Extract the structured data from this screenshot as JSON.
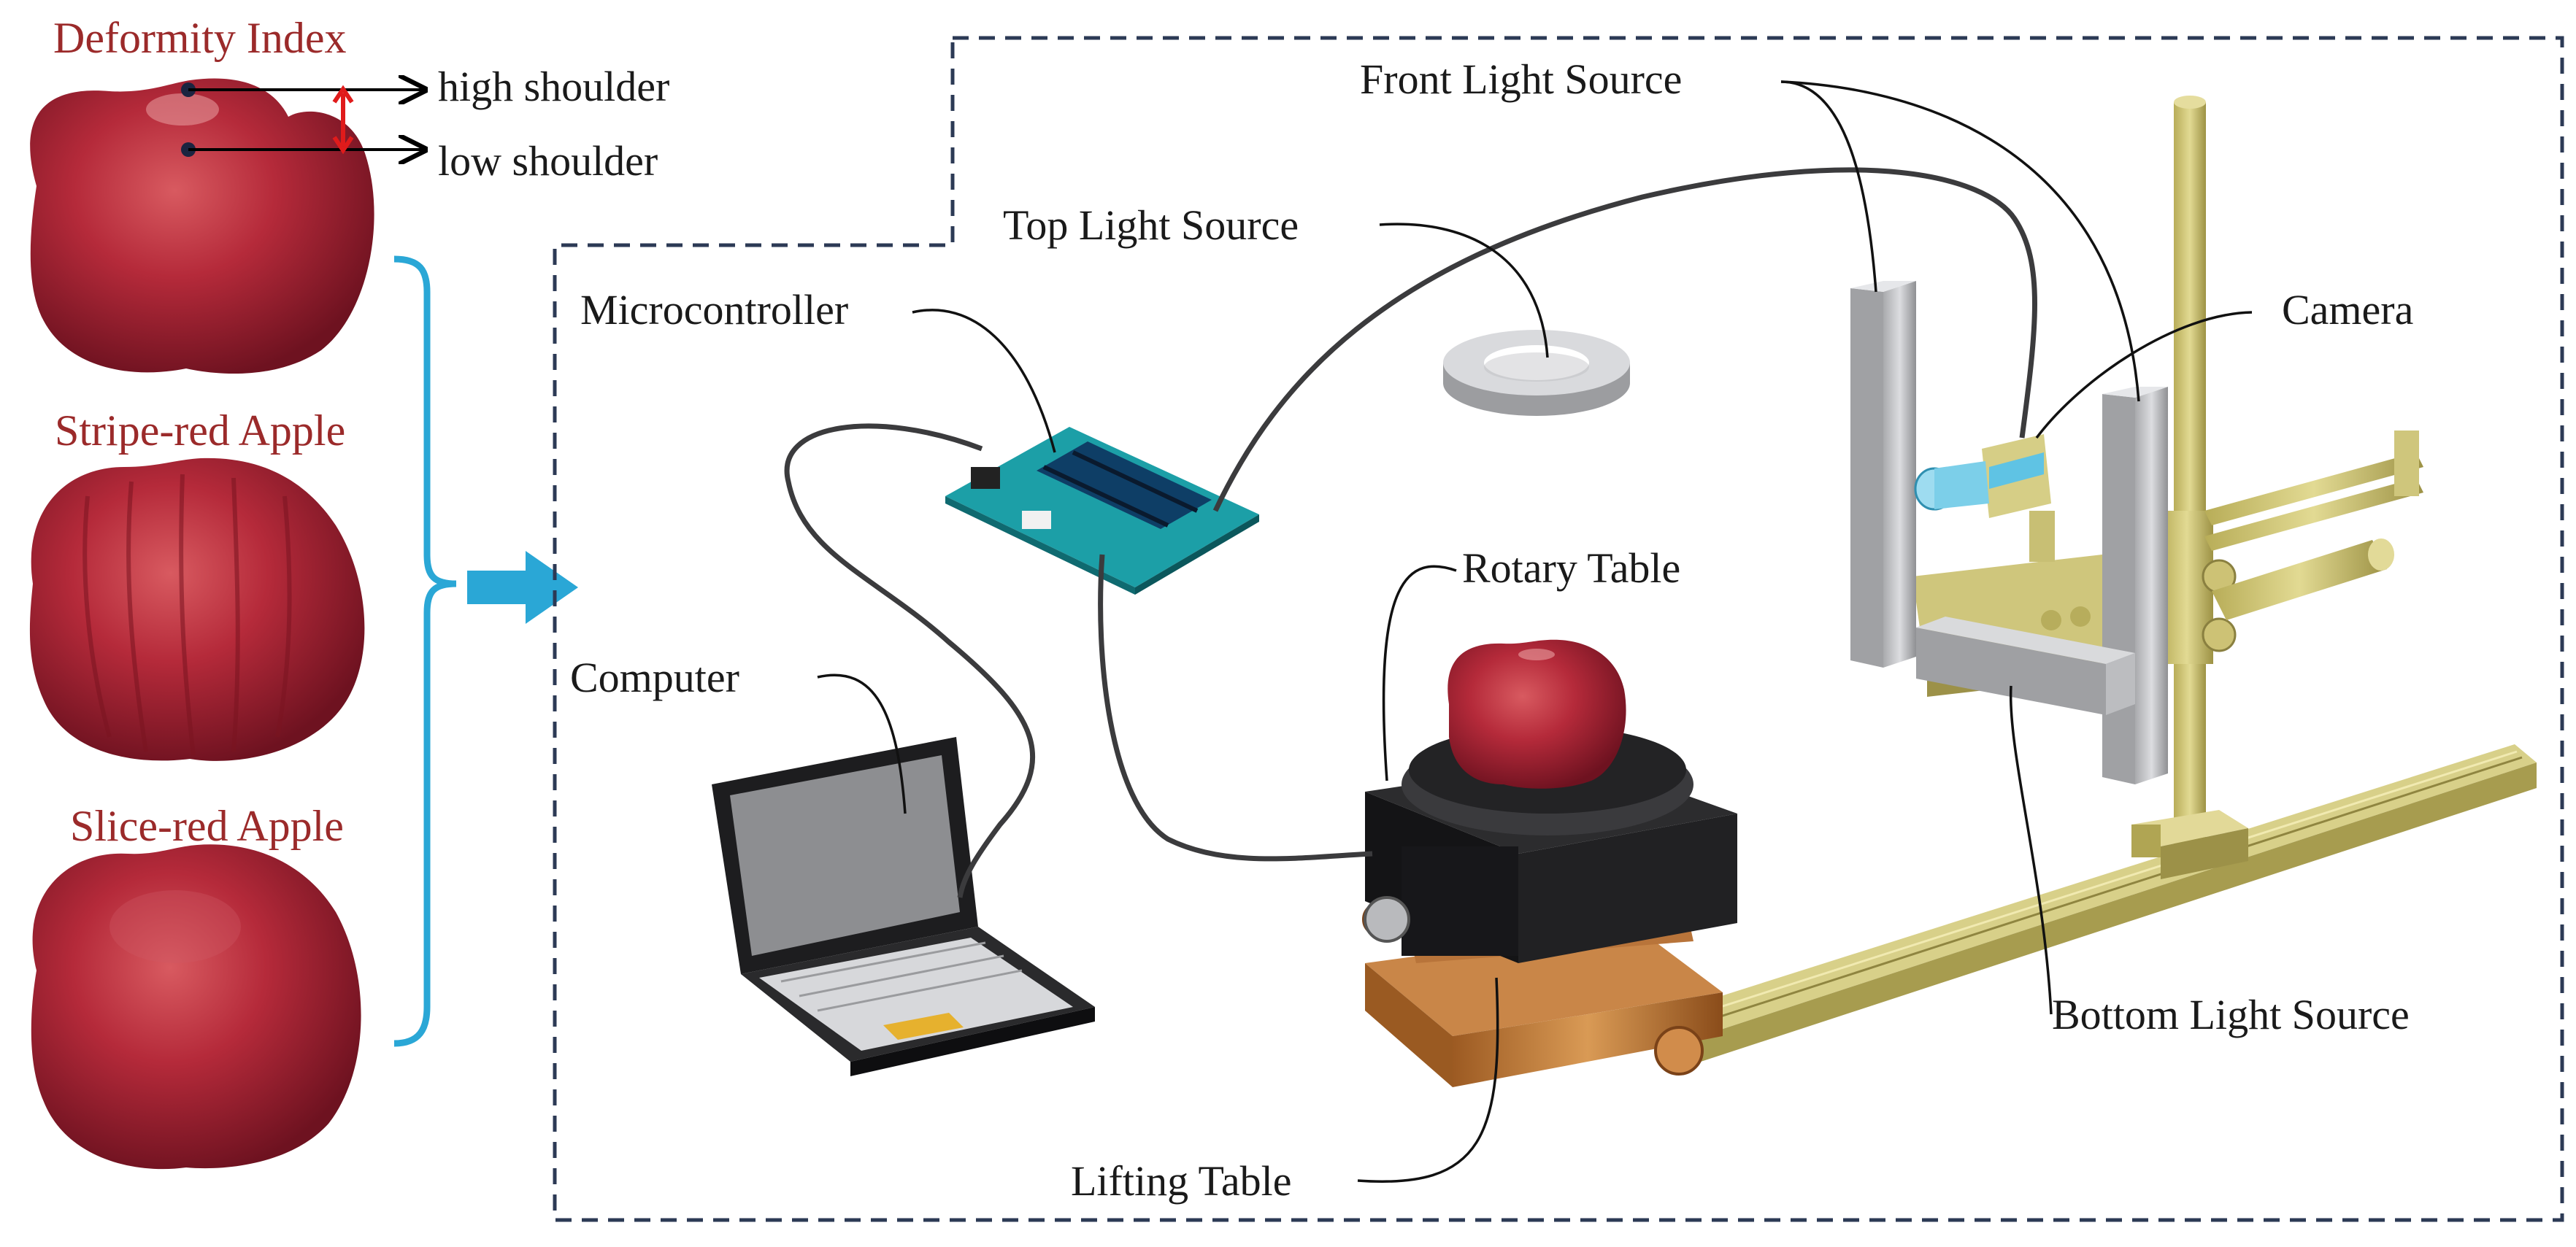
{
  "left_panel": {
    "deformity_title": "Deformity Index",
    "high_shoulder": "high shoulder",
    "low_shoulder": "low  shoulder",
    "stripe_red": "Stripe-red Apple",
    "slice_red": "Slice-red Apple"
  },
  "components": {
    "front_light": "Front Light Source",
    "top_light": "Top Light Source",
    "microcontroller": "Microcontroller",
    "camera": "Camera",
    "rotary_table": "Rotary Table",
    "computer": "Computer",
    "bottom_light": "Bottom Light Source",
    "lifting_table": "Lifting Table"
  },
  "colors": {
    "label_red": "#9b2a2a",
    "bracket_blue": "#2aa7d6",
    "dash_border": "#2c3a55",
    "apple_red": "#b2283a",
    "brass": "#c9c070",
    "copper": "#c07a3a"
  }
}
